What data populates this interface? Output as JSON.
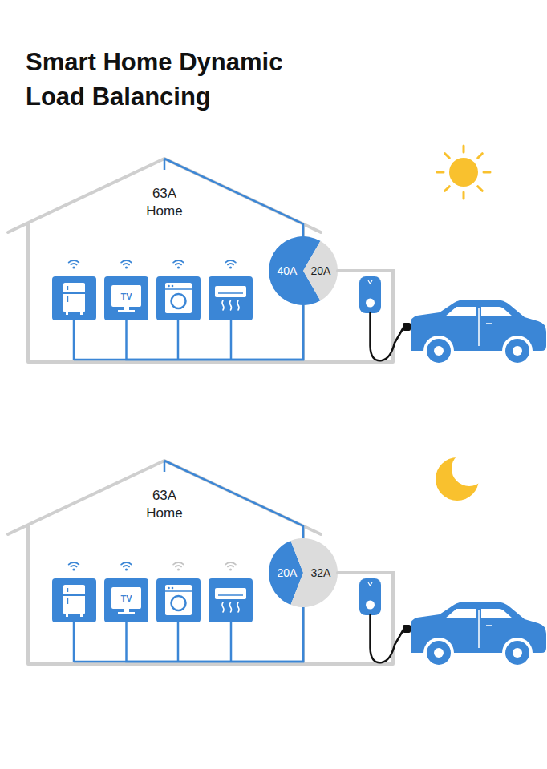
{
  "diagram": {
    "title": "Smart Home Dynamic Load Balancing",
    "nodes": [
      {
        "text": [
          "63A Home"
        ]
      },
      {
        "text": [
          "TV"
        ],
        "in": 0
      },
      {
        "text": [
          "40A",
          "20A"
        ]
      },
      {
        "text": [
          "63A Home"
        ]
      },
      {
        "text": [
          "TV"
        ],
        "in": 3
      },
      {
        "text": [
          "20A",
          "32A"
        ]
      }
    ],
    "edges": [
      {
        "from": 1,
        "to": 2,
        "arrow": "none"
      },
      {
        "from": 4,
        "to": 5,
        "arrow": "none"
      }
    ]
  }
}
